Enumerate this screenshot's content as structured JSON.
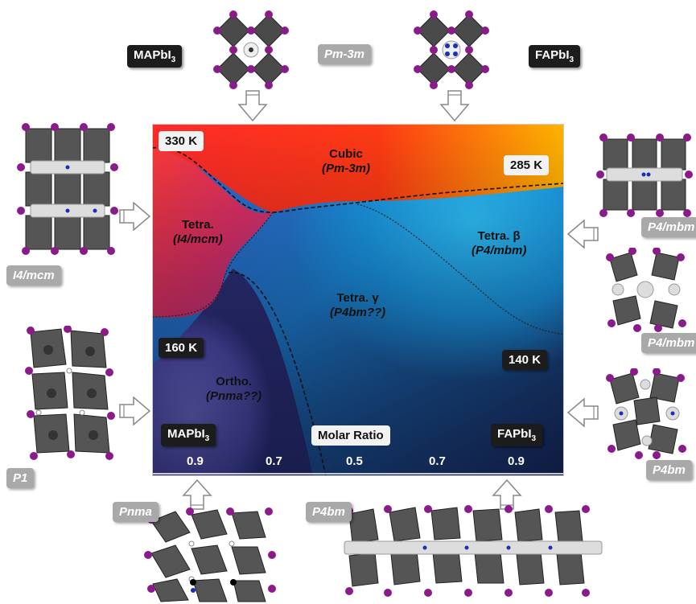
{
  "diagram": {
    "temperatures": {
      "top_left": "330 K",
      "top_right": "285 K",
      "mid_left": "160 K",
      "mid_right": "140 K"
    },
    "phases": {
      "cubic": {
        "name": "Cubic",
        "space_group": "(Pm-3m)"
      },
      "tetra_left": {
        "name": "Tetra.",
        "space_group": "(I4/mcm)"
      },
      "tetra_beta": {
        "name": "Tetra. β",
        "space_group": "(P4/mbm)"
      },
      "tetra_gamma": {
        "name": "Tetra. γ",
        "space_group": "(P4bm??)"
      },
      "ortho": {
        "name": "Ortho.",
        "space_group": "(Pnma??)"
      }
    },
    "axis": {
      "label": "Molar Ratio",
      "left_end": {
        "main": "MAPbI",
        "sub": "3"
      },
      "right_end": {
        "main": "FAPbI",
        "sub": "3"
      },
      "ticks": [
        "0.9",
        "0.7",
        "0.5",
        "0.7",
        "0.9"
      ]
    }
  },
  "structures": {
    "top_left_compound": {
      "main": "MAPbI",
      "sub": "3"
    },
    "top_right_compound": {
      "main": "FAPbI",
      "sub": "3"
    },
    "top_center_group": "Pm-3m",
    "left_upper_group": "I4/mcm",
    "left_lower_group": "P1",
    "right_upper_group_1": "P4/mbm",
    "right_upper_group_2": "P4/mbm",
    "right_lower_group": "P4bm",
    "bottom_left_group": "Pnma",
    "bottom_right_group": "P4bm"
  },
  "colors": {
    "iodine": "#8b1a8b",
    "octahedron": "#4a4a4a",
    "nitrogen": "#1a2fb8",
    "hot": "#ff2010",
    "warm": "#ffb000",
    "cool": "#18a0f0",
    "cold": "#1a2560",
    "ortho": "#5a55c8"
  }
}
